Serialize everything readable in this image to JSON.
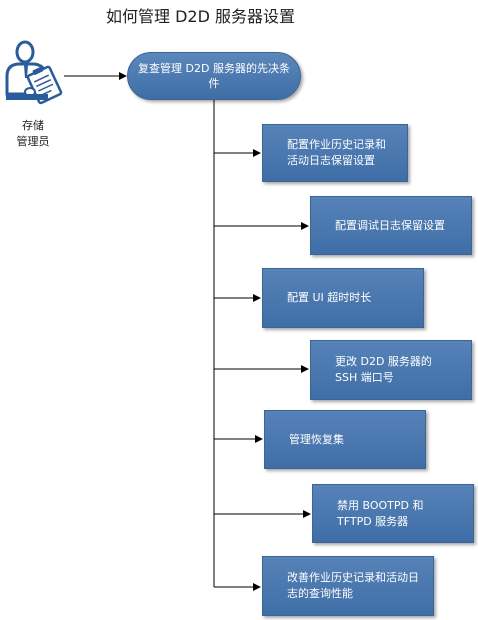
{
  "title": "如何管理 D2D 服务器设置",
  "actor": {
    "label_line1": "存储",
    "label_line2": "管理员"
  },
  "start": {
    "label": "复查管理 D2D 服务器的先决条件"
  },
  "steps": [
    {
      "label": "配置作业历史记录和活动日志保留设置"
    },
    {
      "label": "配置调试日志保留设置"
    },
    {
      "label": "配置 UI 超时时长"
    },
    {
      "label": "更改 D2D 服务器的 SSH 端口号"
    },
    {
      "label": "管理恢复集"
    },
    {
      "label": "禁用 BOOTPD 和 TFTPD 服务器"
    },
    {
      "label": "改善作业历史记录和活动日志的查询性能"
    }
  ],
  "colors": {
    "box_fill": "#4a78b0",
    "line": "#000000"
  },
  "icons": {
    "actor": "storage-administrator-person-icon"
  }
}
